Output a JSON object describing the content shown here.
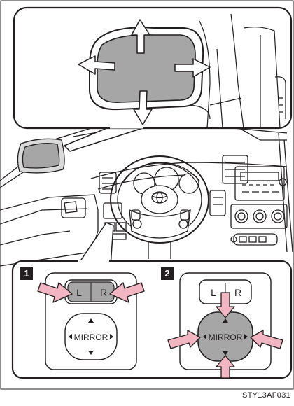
{
  "steps": [
    {
      "number": "1",
      "switch": {
        "left": "L",
        "right": "R",
        "center": "MIRROR"
      }
    },
    {
      "number": "2",
      "switch": {
        "left": "L",
        "right": "R",
        "center": "MIRROR"
      }
    }
  ],
  "figure_code": "STY13AF031",
  "colors": {
    "outline": "#231f20",
    "pink_arrow": "#f2b5c2",
    "gray_fill": "#a6a6a6",
    "light_gray": "#d9d9d9"
  },
  "icons": [
    "mirror-arrow-up-icon",
    "mirror-arrow-down-icon",
    "mirror-arrow-left-icon",
    "mirror-arrow-right-icon",
    "toyota-logo-icon"
  ]
}
